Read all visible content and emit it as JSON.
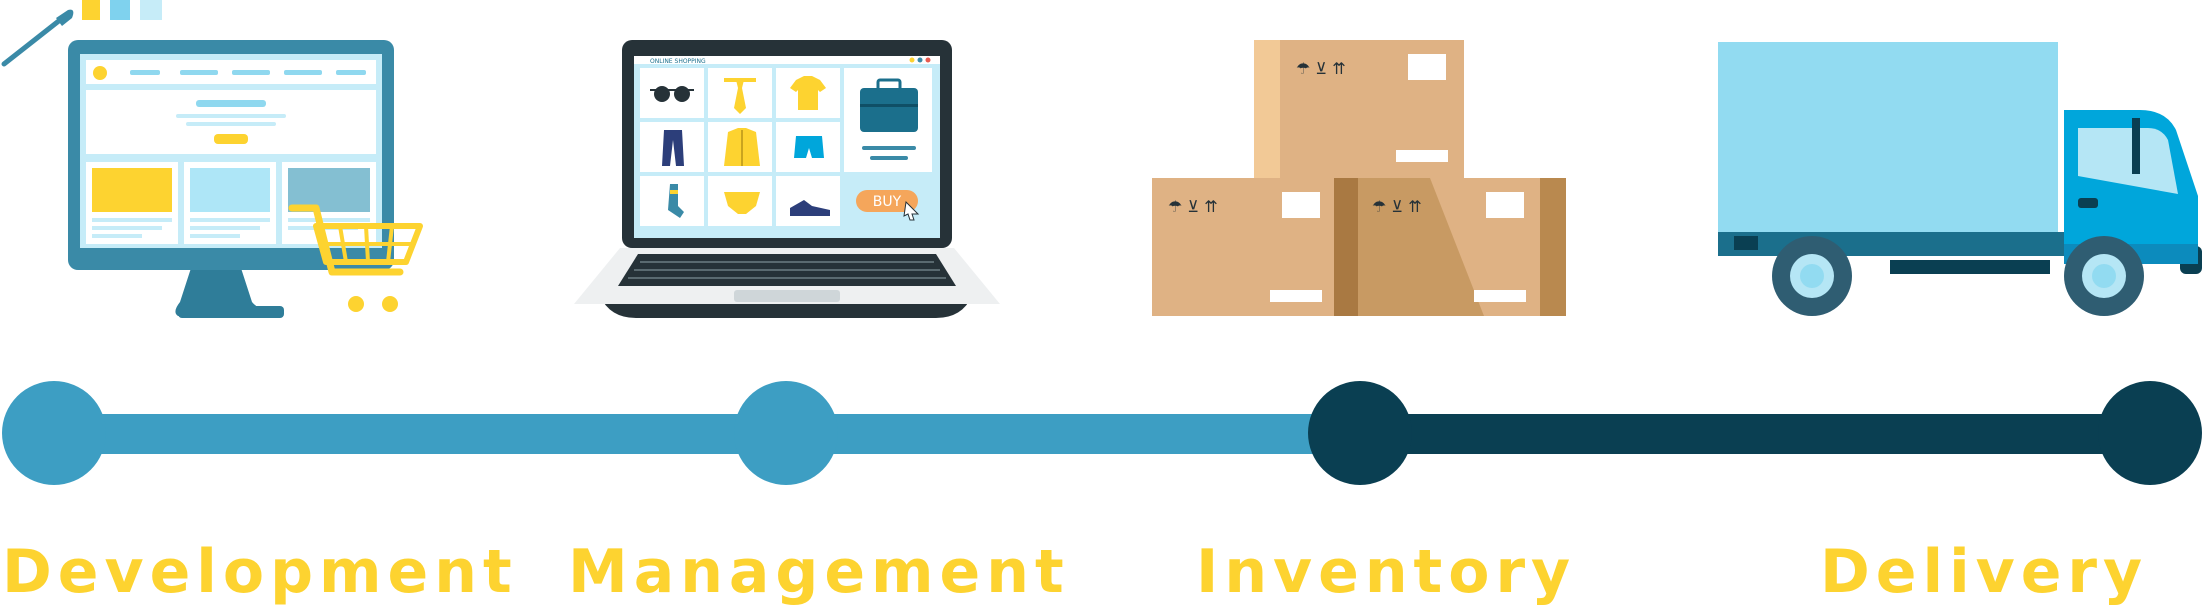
{
  "colors": {
    "track_light": "#3d9ec3",
    "track_dark": "#0a3f52",
    "label": "#fdd330",
    "monitor": "#3a8aa7",
    "screen_bg": "#c6ecf8",
    "truck_box": "#92dbf1",
    "truck_cab": "#00a6db",
    "box_cardboard": "#dfb284"
  },
  "icons": {
    "brush": "paintbrush-icon",
    "cart": "shopping-cart-icon",
    "monitor": "desktop-monitor-icon",
    "laptop": "laptop-icon",
    "boxes": "cardboard-boxes-icon",
    "truck": "delivery-truck-icon"
  },
  "laptop": {
    "header_text": "ONLINE SHOPPING",
    "buy_label": "BUY"
  },
  "stages": [
    {
      "label": "Development",
      "state": "completed"
    },
    {
      "label": "Management",
      "state": "completed"
    },
    {
      "label": "Inventory",
      "state": "current"
    },
    {
      "label": "Delivery",
      "state": "current"
    }
  ]
}
